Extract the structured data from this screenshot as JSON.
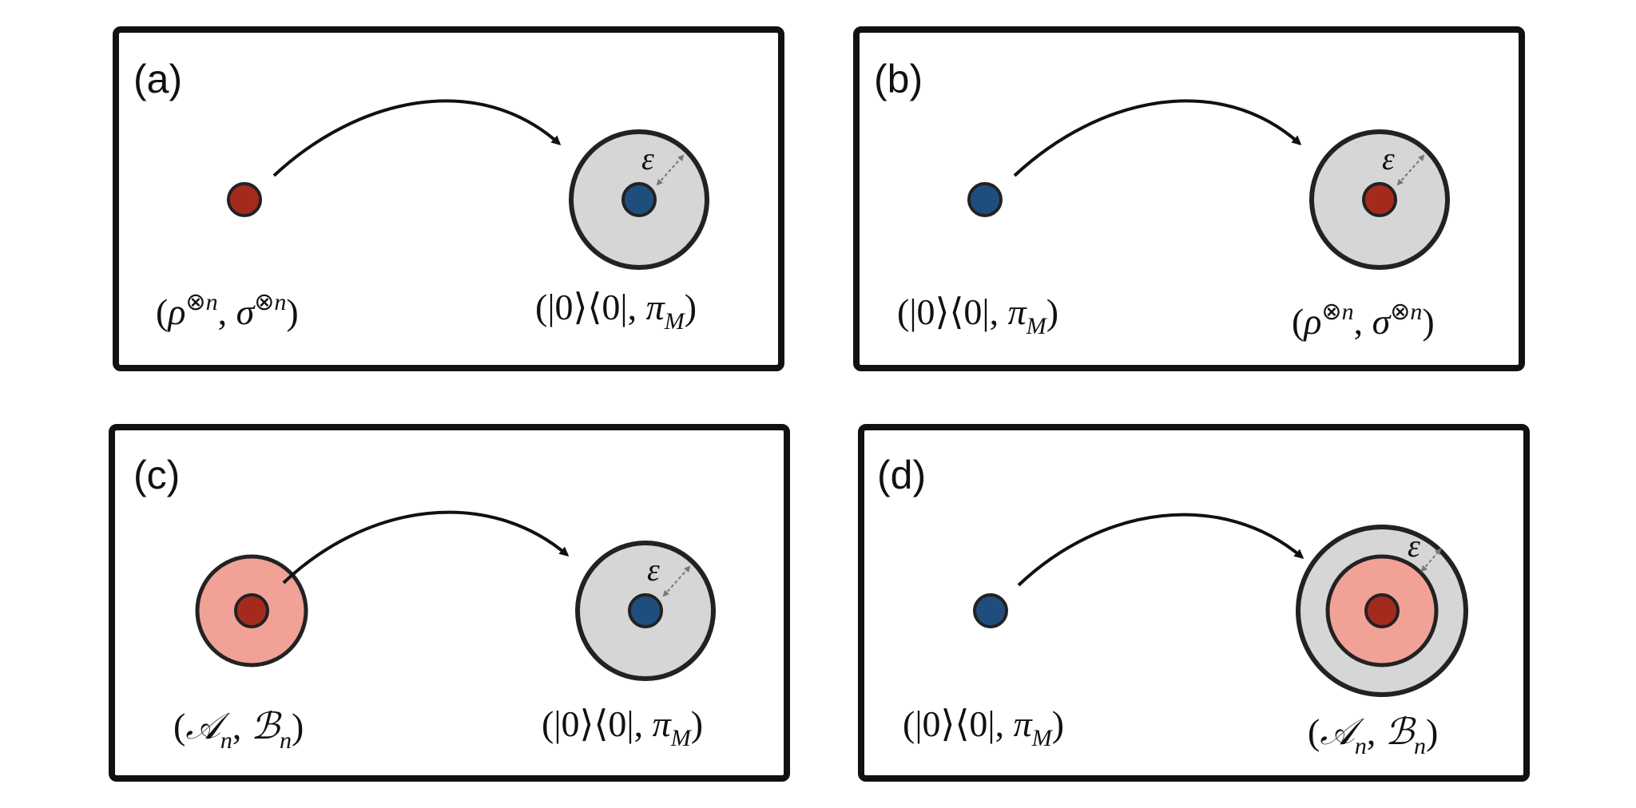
{
  "panels": [
    {
      "label": "(a)",
      "source": "(ρ⊗n, σ⊗n)",
      "target": "(|0⟩⟨0|, πM)",
      "epsilon": "ε"
    },
    {
      "label": "(b)",
      "source": "(|0⟩⟨0|, πM)",
      "target": "(ρ⊗n, σ⊗n)",
      "epsilon": "ε"
    },
    {
      "label": "(c)",
      "source": "(𝒜n, ℬn)",
      "target": "(|0⟩⟨0|, πM)",
      "epsilon": "ε"
    },
    {
      "label": "(d)",
      "source": "(|0⟩⟨0|, πM)",
      "target": "(𝒜n, ℬn)",
      "epsilon": "ε"
    }
  ],
  "colors": {
    "red_dot": "#A52A1E",
    "blue_dot": "#1F4E7E",
    "gray_ball": "#D6D6D6",
    "pink_ball": "#F2A196",
    "frame": "#111111"
  }
}
